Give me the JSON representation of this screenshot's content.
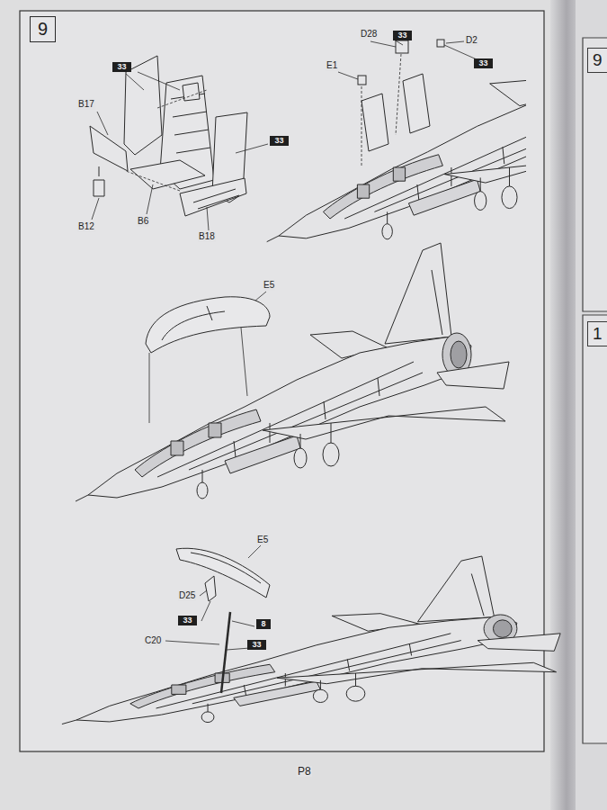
{
  "diagram": {
    "nodes": [
      {
        "text": [
          "9"
        ]
      },
      {
        "text": [
          "33"
        ]
      },
      {
        "text": [
          "33"
        ]
      },
      {
        "text": [
          "33"
        ]
      },
      {
        "text": [
          "9"
        ]
      },
      {
        "text": [
          "33"
        ]
      },
      {
        "text": [
          "1"
        ]
      },
      {
        "text": [
          "33"
        ]
      },
      {
        "text": [
          "8"
        ]
      },
      {
        "text": [
          "33"
        ]
      }
    ],
    "labels": [
      "D28",
      "D2",
      "E1",
      "B17",
      "B12",
      "B6",
      "B18",
      "E5",
      "E5",
      "D25",
      "C20",
      "P8"
    ]
  }
}
